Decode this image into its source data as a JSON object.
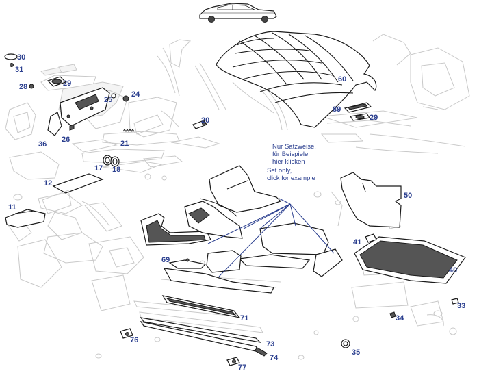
{
  "callouts": {
    "p11": "11",
    "p12": "12",
    "p17": "17",
    "p18": "18",
    "p20": "20",
    "p21": "21",
    "p24": "24",
    "p25": "25",
    "p26": "26",
    "p28": "28",
    "p29a": "29",
    "p29b": "29",
    "p30": "30",
    "p31": "31",
    "p33": "33",
    "p34": "34",
    "p35": "35",
    "p36": "36",
    "p40": "40",
    "p41": "41",
    "p50": "50",
    "p60": "60",
    "p69": "69",
    "p71": "71",
    "p73": "73",
    "p74": "74",
    "p76": "76",
    "p77": "77",
    "p89": "89"
  },
  "note": {
    "line1": "Nur Satzweise,",
    "line2": "für Beispiele",
    "line3": "hier klicken",
    "line4": "Set only,",
    "line5": "click for example"
  },
  "colors": {
    "callout": "#2b3f8f",
    "ghost_stroke": "#c9c9c9",
    "part_stroke": "#1a1a1a"
  }
}
